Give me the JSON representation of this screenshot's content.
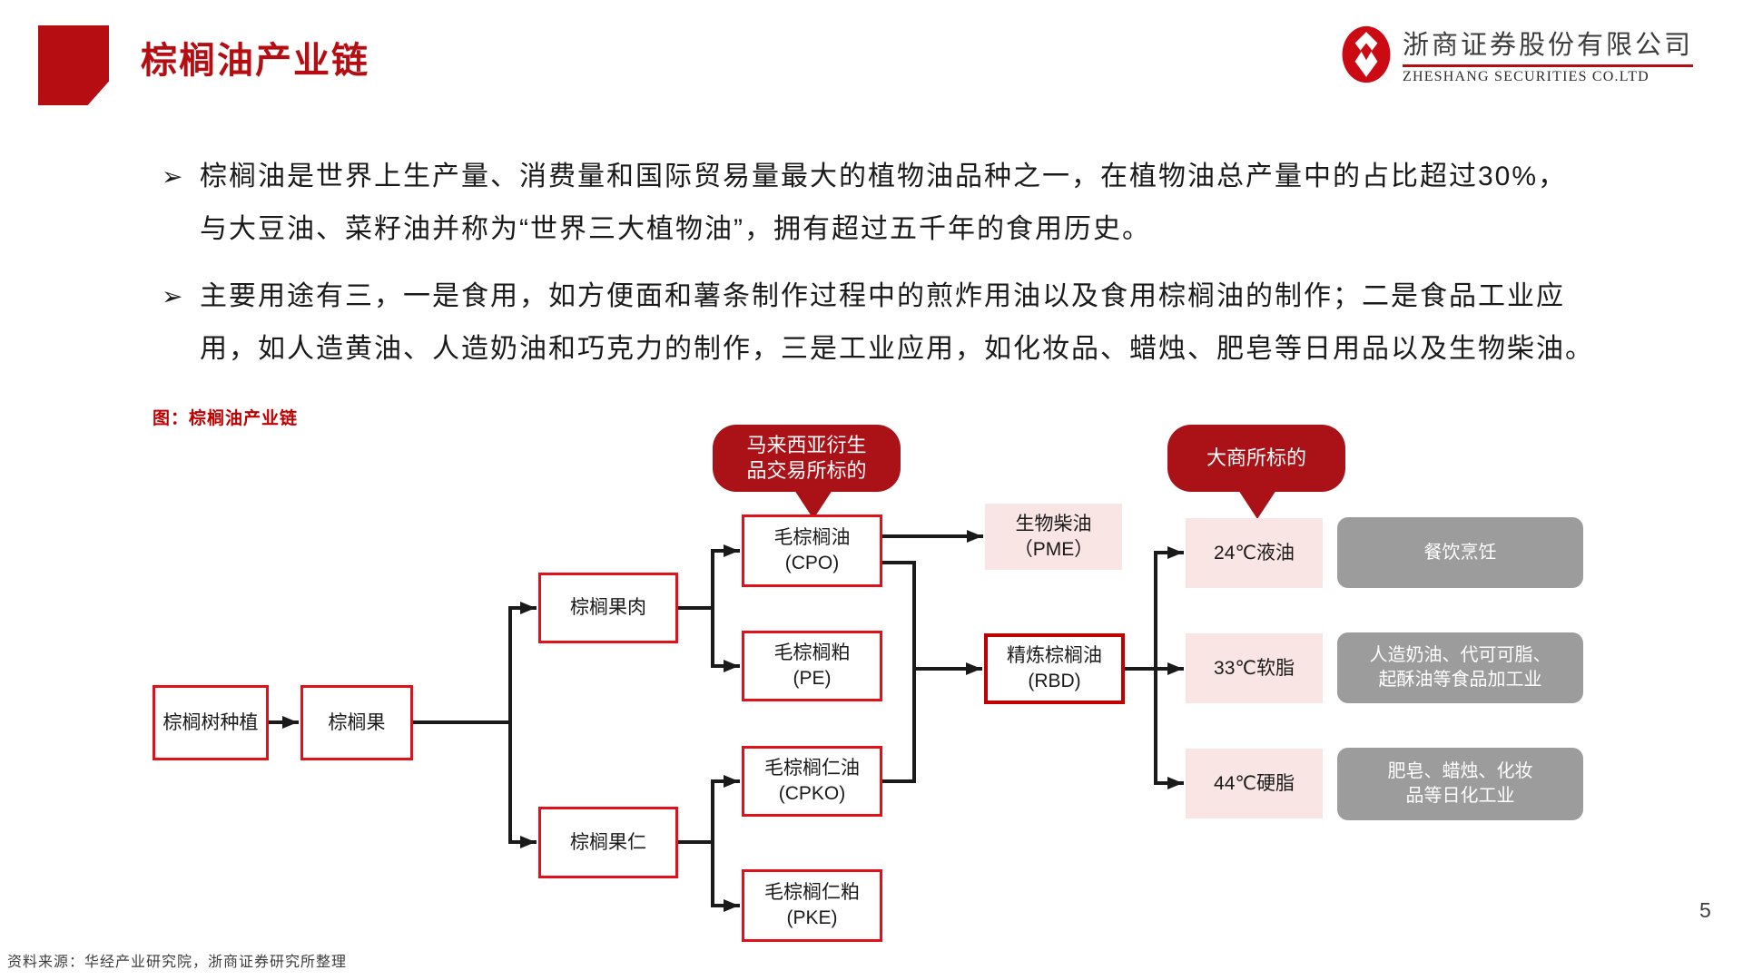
{
  "header": {
    "title": "棕榈油产业链",
    "brand": {
      "company_cn": "浙商证券股份有限公司",
      "company_en": "ZHESHANG SECURITIES CO.LTD"
    }
  },
  "bullets": [
    {
      "marker": "➢",
      "lines": [
        "棕榈油是世界上生产量、消费量和国际贸易量最大的植物油品种之一，在植物油总产量中的占比超过30%，",
        "与大豆油、菜籽油并称为“世界三大植物油”，拥有超过五千年的食用历史。"
      ]
    },
    {
      "marker": "➢",
      "lines": [
        "主要用途有三，一是食用，如方便面和薯条制作过程中的煎炸用油以及食用棕榈油的制作；二是食品工业应",
        "用，如人造黄油、人造奶油和巧克力的制作，三是工业应用，如化妆品、蜡烛、肥皂等日用品以及生物柴油。"
      ]
    }
  ],
  "figure": {
    "caption": "图：棕榈油产业链",
    "callouts": {
      "bmd": "马来西亚衍生\n品交易所标的",
      "dce": "大商所标的"
    },
    "nodes": {
      "plant": "棕榈树种植",
      "fruit": "棕榈果",
      "pulp": "棕榈果肉",
      "kernel": "棕榈果仁",
      "cpo": "毛棕榈油\n(CPO)",
      "pe": "毛棕榈粕\n(PE)",
      "cpko": "毛棕榈仁油\n(CPKO)",
      "pke": "毛棕榈仁粕\n(PKE)",
      "pme": "生物柴油\n（PME）",
      "rbd": "精炼棕榈油\n(RBD)",
      "t24": "24℃液油",
      "t33": "33℃软脂",
      "t44": "44℃硬脂",
      "use1": "餐饮烹饪",
      "use2": "人造奶油、代可可脂、\n起酥油等食品加工业",
      "use3": "肥皂、蜡烛、化妆\n品等日化工业"
    }
  },
  "colors": {
    "accent_red": "#B50D12",
    "caption_red": "#C00000",
    "box_border_red": "#E01119",
    "rbd_border_red": "#C00000",
    "pink_fill": "#FAE5E5",
    "gray_fill": "#9C9C9C",
    "callout_red": "#AB1218",
    "line_black": "#1A1A1A"
  },
  "footer": {
    "source": "资料来源：华经产业研究院，浙商证券研究所整理",
    "page_number": "5"
  }
}
